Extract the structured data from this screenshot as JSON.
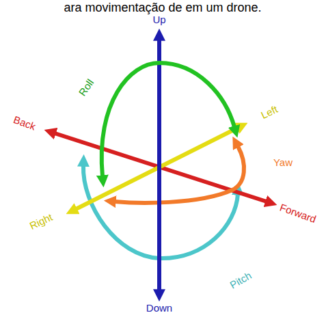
{
  "diagram": {
    "labels": [
      "ara movimentação de em um drone.",
      "Up",
      "Roll",
      "Left",
      "Back",
      "Yaw",
      "Right",
      "Forward",
      "Pitch",
      "Down"
    ]
  }
}
